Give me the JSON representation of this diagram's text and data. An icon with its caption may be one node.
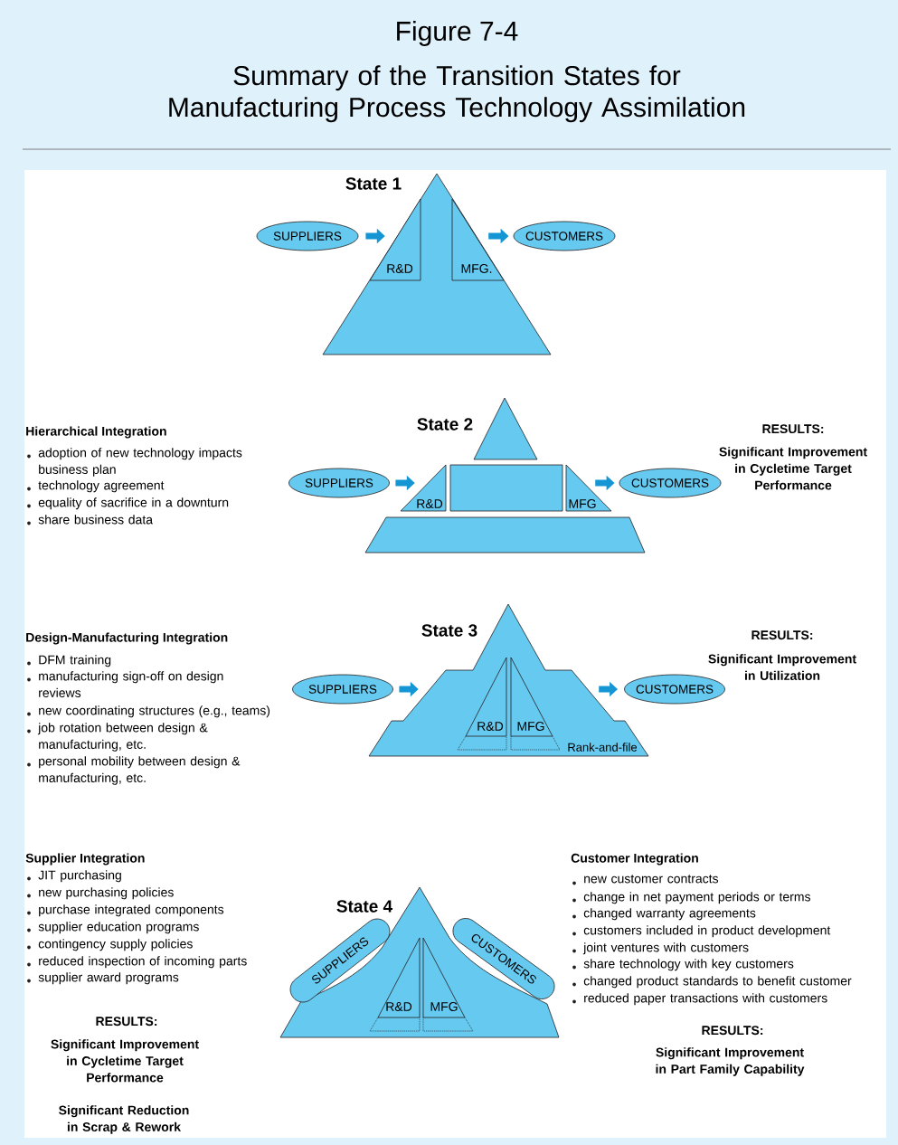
{
  "diagram": {
    "title": "Figure 7-4",
    "caption": "Summary of the Transition States for Manufacturing Process Technology Assimilation",
    "nodes": [
      {
        "text": [
          "State 1"
        ]
      },
      {
        "text": [
          "R&D"
        ],
        "in": 0
      },
      {
        "text": [
          "MFG."
        ],
        "in": 0
      },
      {
        "text": [
          "SUPPLIERS"
        ]
      },
      {
        "text": [
          "CUSTOMERS"
        ]
      },
      {
        "text": [],
        "shape": "triangle"
      },
      {
        "text": [
          "SUPPLIERS"
        ]
      },
      {
        "text": [
          "R&D"
        ]
      },
      {
        "text": [],
        "shape": "box"
      },
      {
        "text": [
          "MFG"
        ]
      },
      {
        "text": [
          "CUSTOMERS"
        ]
      },
      {
        "text": [],
        "shape": "trapezoid"
      },
      {
        "text": [
          "State 3",
          "Rank-and-file"
        ]
      },
      {
        "text": [
          "R&D"
        ],
        "in": 12
      },
      {
        "text": [
          "MFG"
        ],
        "in": 12
      },
      {
        "text": [
          "SUPPLIERS"
        ]
      },
      {
        "text": [
          "CUSTOMERS"
        ]
      },
      {
        "text": [
          "State 4"
        ]
      },
      {
        "text": [
          "SUPPLIERS"
        ]
      },
      {
        "text": [
          "CUSTOMERS"
        ]
      },
      {
        "text": [
          "R&D"
        ],
        "in": 17
      },
      {
        "text": [
          "MFG"
        ],
        "in": 17
      }
    ],
    "edges": [
      {
        "from": 3,
        "to": 0,
        "arrow": "to"
      },
      {
        "from": 0,
        "to": 4,
        "arrow": "to"
      },
      {
        "from": 6,
        "to": 7,
        "arrow": "to"
      },
      {
        "from": 9,
        "to": 10,
        "arrow": "to"
      },
      {
        "from": 15,
        "to": 12,
        "arrow": "to"
      },
      {
        "from": 12,
        "to": 16,
        "arrow": "to"
      }
    ],
    "labels": [
      "State 2",
      "Hierarchical Integration",
      "adoption of new technology impacts business plan",
      "technology agreement",
      "equality of sacrifice in a downturn",
      "share business data",
      "RESULTS:",
      "Significant Improvement in Cycletime Target Performance",
      "Design-Manufacturing Integration",
      "DFM training",
      "manufacturing sign-off on design reviews",
      "new coordinating structures (e.g., teams)",
      "job rotation between design & manufacturing, etc.",
      "personal mobility between design & manufacturing, etc.",
      "RESULTS:",
      "Significant Improvement in Utilization",
      "Supplier Integration",
      "JIT purchasing",
      "new purchasing policies",
      "purchase integrated components",
      "supplier education programs",
      "contingency supply policies",
      "reduced inspection of incoming parts",
      "supplier award programs",
      "RESULTS:",
      "Significant Improvement in Cycletime Target Performance",
      "Significant Reduction in Scrap & Rework",
      "Customer Integration",
      "new customer contracts",
      "change in net payment periods or terms",
      "changed warranty agreements",
      "customers included in product development",
      "joint ventures with customers",
      "share technology with key customers",
      "changed product standards to benefit customer",
      "reduced paper transactions with customers",
      "RESULTS:",
      "Significant Improvement in Part Family Capability"
    ]
  }
}
